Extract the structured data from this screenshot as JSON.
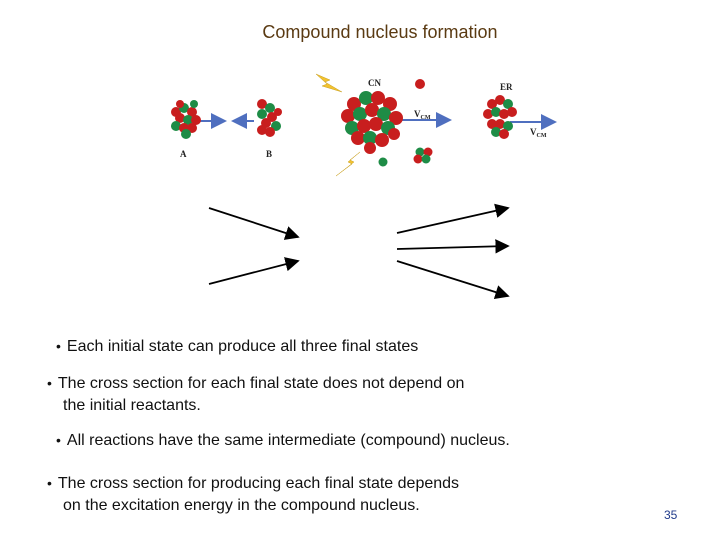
{
  "slide": {
    "title": "Compound nucleus formation",
    "page_number": "35"
  },
  "diagram": {
    "labels": {
      "a": "A",
      "b": "B",
      "cn": "CN",
      "er": "ER",
      "vcm_main": "V",
      "vcm_main_sub": "CM",
      "vcm_er": "V",
      "vcm_er_sub": "CM"
    },
    "colors": {
      "proton": "#c81e1e",
      "neutron": "#1e8c46",
      "arrow_blue": "#4f6fbf",
      "lightning": "#f2c230"
    }
  },
  "bullets": [
    {
      "dot": "•",
      "line1": "Each initial state can produce all three final states",
      "line2": ""
    },
    {
      "dot": "•",
      "line1": "The cross section for each final state does not depend on",
      "line2": "the initial reactants."
    },
    {
      "dot": "•",
      "line1": "All reactions have the same intermediate (compound) nucleus.",
      "line2": ""
    },
    {
      "dot": "•",
      "line1": "The cross section for producing each  final state depends",
      "line2": "on the excitation energy in the compound nucleus."
    }
  ]
}
